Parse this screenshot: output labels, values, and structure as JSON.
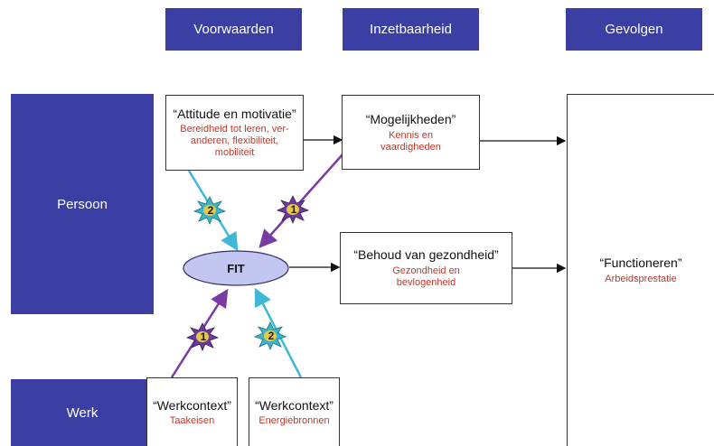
{
  "headers": {
    "voorwaarden": "Voorwaarden",
    "inzetbaarheid": "Inzetbaarheid",
    "gevolgen": "Gevolgen"
  },
  "rows": {
    "persoon": "Persoon",
    "werk": "Werk"
  },
  "boxes": {
    "attitude": {
      "title": "“Attitude en motivatie”",
      "sub": "Bereidheid tot leren, ver-anderen, flexibiliteit, mobiliteit"
    },
    "mogelijkheden": {
      "title": "“Mogelijkheden”",
      "sub": "Kennis en vaardigheden"
    },
    "behoud": {
      "title": "“Behoud van gezondheid”",
      "sub": "Gezondheid en bevlogenheid"
    },
    "functioneren": {
      "title": "“Functioneren”",
      "sub": "Arbeidsprestatie"
    },
    "werkcontext_1": {
      "title": "“Werkcontext”",
      "sub": "Taakeisen"
    },
    "werkcontext_2": {
      "title": "“Werkcontext”",
      "sub": "Energiebronnen"
    }
  },
  "fit": "FIT",
  "bursts": {
    "b1": "2",
    "b2": "1",
    "b3": "1",
    "b4": "2"
  },
  "colors": {
    "header_bg": "#3b3ea3",
    "ellipse_fill": "#c3c6f0",
    "cyan_arrow": "#3fb8d8",
    "purple_arrow": "#7a3aa3",
    "burst_cyan": "#39b7c8",
    "burst_purple": "#6c3a9a",
    "burst_center": "#e8c84a",
    "subtitle_red": "#c0392b"
  }
}
